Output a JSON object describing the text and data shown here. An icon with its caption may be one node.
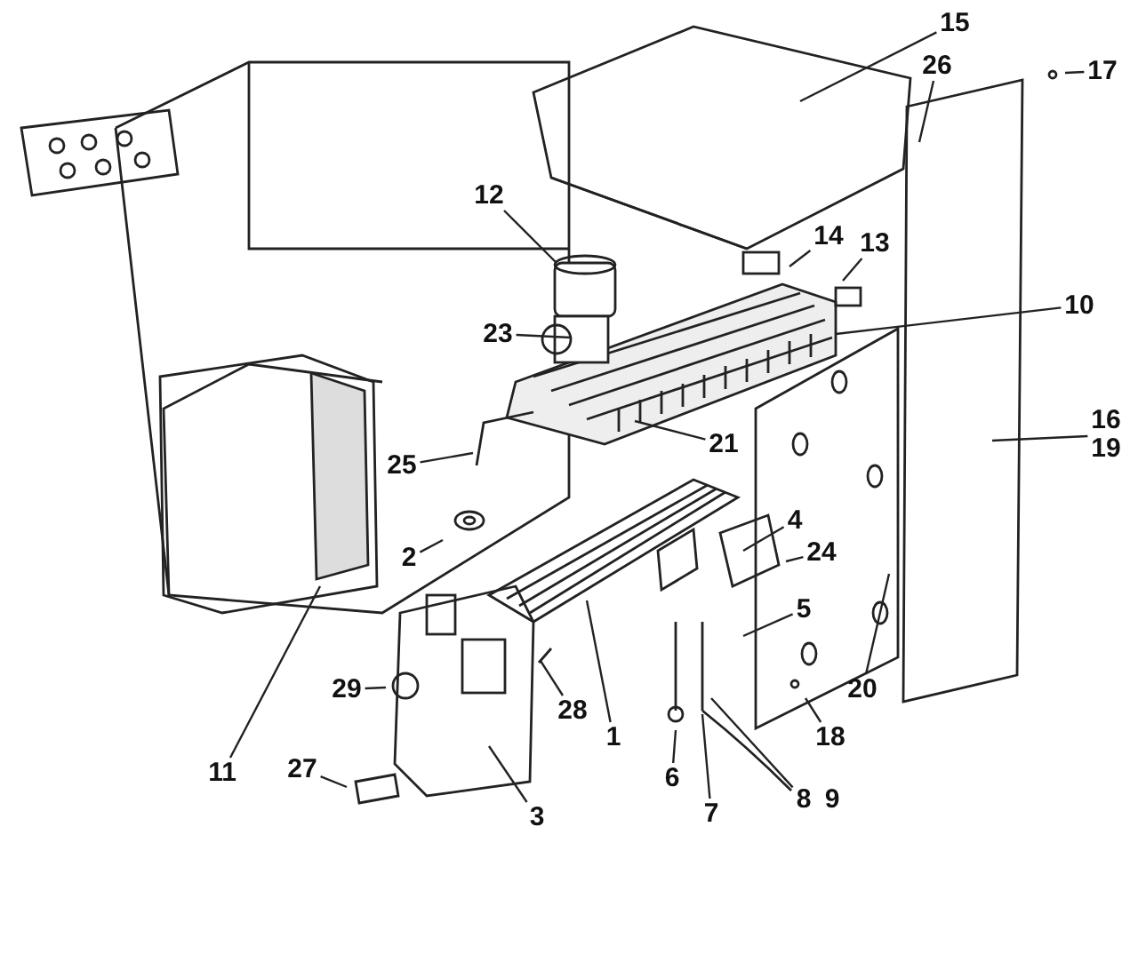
{
  "diagram": {
    "nodes": [
      {
        "text": [
          "17"
        ]
      },
      {
        "text": [
          "15"
        ]
      },
      {
        "text": [
          "26"
        ]
      },
      {
        "text": [
          "12"
        ]
      },
      {
        "text": [
          "14"
        ]
      },
      {
        "text": [
          "13"
        ]
      },
      {
        "text": [
          "10"
        ]
      },
      {
        "text": [
          "23"
        ]
      },
      {
        "text": [
          "21"
        ]
      },
      {
        "text": [
          "16",
          "19"
        ]
      },
      {
        "text": [
          "25"
        ]
      },
      {
        "text": [
          "4"
        ]
      },
      {
        "text": [
          "2"
        ]
      },
      {
        "text": [
          "24"
        ]
      },
      {
        "text": [
          "5"
        ]
      },
      {
        "text": [
          "29"
        ]
      },
      {
        "text": [
          "20"
        ]
      },
      {
        "text": [
          "28"
        ]
      },
      {
        "text": [
          "18"
        ]
      },
      {
        "text": [
          "1"
        ]
      },
      {
        "text": [
          "11"
        ]
      },
      {
        "text": [
          "27"
        ]
      },
      {
        "text": [
          "3"
        ]
      },
      {
        "text": [
          "6"
        ]
      },
      {
        "text": [
          "8"
        ]
      },
      {
        "text": [
          "7"
        ]
      }
    ],
    "edges": [
      {
        "from": 0,
        "to": null,
        "arrow": "none"
      },
      {
        "from": 1,
        "to": null,
        "arrow": "none"
      },
      {
        "from": 2,
        "to": null,
        "arrow": "none"
      },
      {
        "from": 3,
        "to": null,
        "arrow": "none"
      },
      {
        "from": 4,
        "to": null,
        "arrow": "none"
      },
      {
        "from": 5,
        "to": null,
        "arrow": "none"
      },
      {
        "from": 6,
        "to": null,
        "arrow": "none"
      },
      {
        "from": 7,
        "to": null,
        "arrow": "none"
      },
      {
        "from": 8,
        "to": null,
        "arrow": "none"
      },
      {
        "from": 9,
        "to": null,
        "arrow": "none"
      },
      {
        "from": 10,
        "to": null,
        "arrow": "none"
      },
      {
        "from": 11,
        "to": null,
        "arrow": "none"
      },
      {
        "from": 12,
        "to": null,
        "arrow": "none"
      },
      {
        "from": 13,
        "to": null,
        "arrow": "none"
      },
      {
        "from": 14,
        "to": null,
        "arrow": "none"
      },
      {
        "from": 15,
        "to": null,
        "arrow": "none"
      },
      {
        "from": 16,
        "to": null,
        "arrow": "none"
      },
      {
        "from": 17,
        "to": null,
        "arrow": "none"
      },
      {
        "from": 18,
        "to": null,
        "arrow": "none"
      },
      {
        "from": 19,
        "to": null,
        "arrow": "none"
      },
      {
        "from": 20,
        "to": null,
        "arrow": "none"
      },
      {
        "from": 21,
        "to": null,
        "arrow": "none"
      },
      {
        "from": 22,
        "to": null,
        "arrow": "none"
      },
      {
        "from": 23,
        "to": null,
        "arrow": "none"
      },
      {
        "from": 24,
        "to": null,
        "arrow": "none"
      },
      {
        "from": 25,
        "to": null,
        "arrow": "none"
      }
    ],
    "labels": [
      "9"
    ]
  }
}
